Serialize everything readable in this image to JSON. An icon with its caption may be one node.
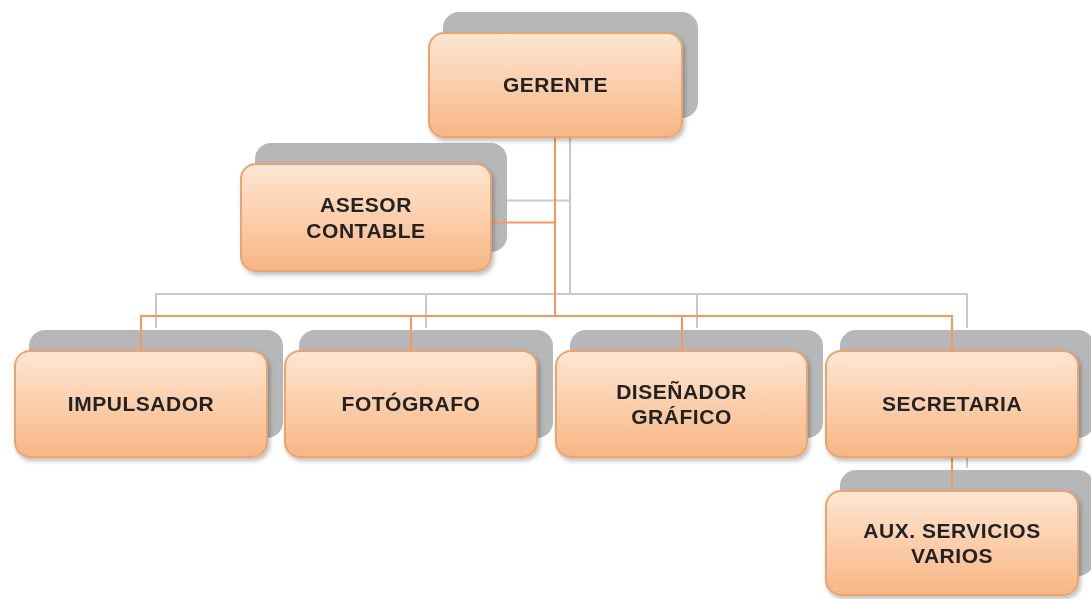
{
  "diagram": {
    "nodes": [
      {
        "text": [
          "GERENTE"
        ]
      },
      {
        "text": [
          "ASESOR CONTABLE"
        ]
      },
      {
        "text": [
          "IMPULSADOR"
        ]
      },
      {
        "text": [
          "FOTÓGRAFO"
        ]
      },
      {
        "text": [
          "DISEÑADOR GRÁFICO"
        ]
      },
      {
        "text": [
          "SECRETARIA"
        ]
      },
      {
        "text": [
          "AUX. SERVICIOS VARIOS"
        ]
      }
    ],
    "edges": [
      {
        "from": 0,
        "to": 1,
        "arrow": "none"
      },
      {
        "from": 0,
        "to": 2,
        "arrow": "none"
      },
      {
        "from": 0,
        "to": 3,
        "arrow": "none"
      },
      {
        "from": 0,
        "to": 4,
        "arrow": "none"
      },
      {
        "from": 0,
        "to": 5,
        "arrow": "none"
      },
      {
        "from": 5,
        "to": 6,
        "arrow": "none"
      }
    ]
  }
}
